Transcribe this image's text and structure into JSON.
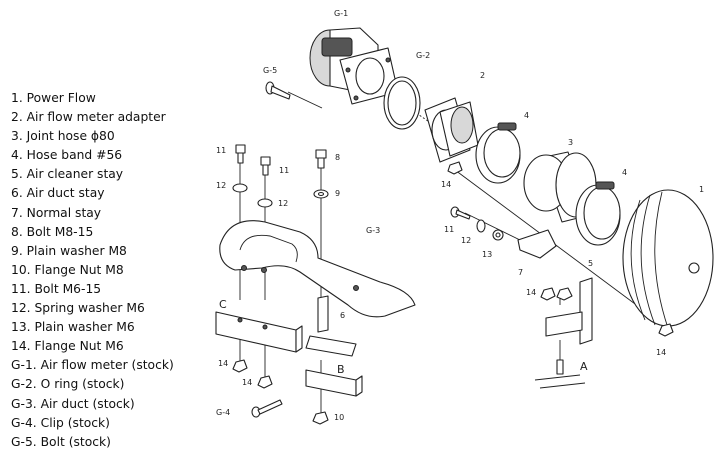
{
  "parts_list": [
    "1. Power Flow",
    "2. Air flow meter adapter",
    "3. Joint hose ϕ80",
    "4. Hose band #56",
    "5. Air cleaner stay",
    "6. Air duct stay",
    "7. Normal stay",
    "8. Bolt M8-15",
    "9. Plain washer M8",
    "10. Flange Nut M8",
    "11. Bolt M6-15",
    "12. Spring washer M6",
    "13. Plain washer M6",
    "14. Flange Nut M6",
    "G-1. Air flow meter (stock)",
    "G-2. O ring (stock)",
    "G-3. Air duct (stock)",
    "G-4. Clip (stock)",
    "G-5. Bolt (stock)"
  ],
  "callouts": {
    "g1": "G-1",
    "g2": "G-2",
    "g3": "G-3",
    "g4": "G-4",
    "g5": "G-5",
    "n1": "1",
    "n2": "2",
    "n3": "3",
    "n4a": "4",
    "n4b": "4",
    "n5": "5",
    "n6": "6",
    "n7": "7",
    "n8": "8",
    "n9": "9",
    "n10": "10",
    "n11a": "11",
    "n11b": "11",
    "n11c": "11",
    "n12a": "12",
    "n12b": "12",
    "n12c": "12",
    "n13": "13",
    "n14a": "14",
    "n14b": "14",
    "n14c": "14",
    "n14d": "14",
    "n14e": "14",
    "ref_a": "A",
    "ref_b": "B",
    "ref_c": "C"
  }
}
